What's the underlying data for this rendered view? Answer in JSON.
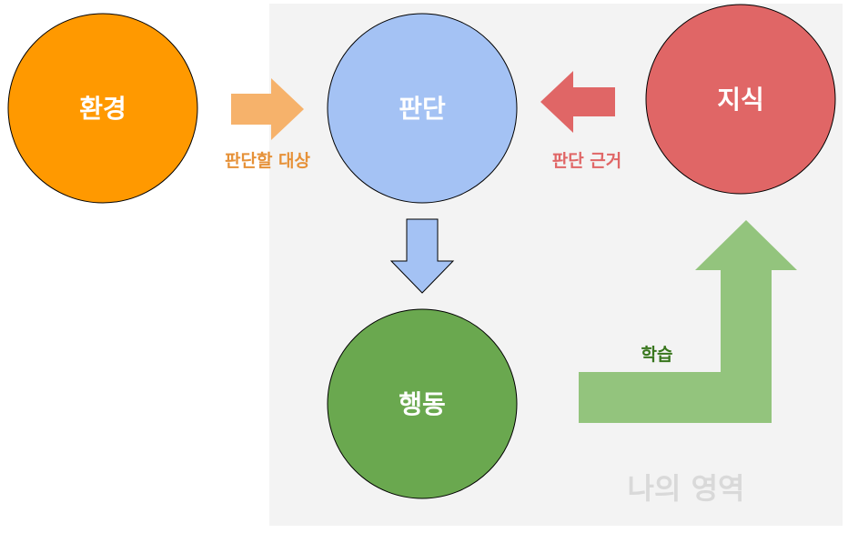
{
  "nodes": {
    "environment": {
      "label": "환경",
      "color": "#ff9900"
    },
    "judgment": {
      "label": "판단",
      "color": "#a4c2f4"
    },
    "knowledge": {
      "label": "지식",
      "color": "#e06666"
    },
    "action": {
      "label": "행동",
      "color": "#6aa84f"
    }
  },
  "edges": {
    "environment_to_judgment": {
      "label": "판단할 대상",
      "color": "#f6b26b",
      "label_color": "#e69138"
    },
    "knowledge_to_judgment": {
      "label": "판단 근거",
      "color": "#e06666",
      "label_color": "#e06666"
    },
    "judgment_to_action": {
      "color": "#a4c2f4"
    },
    "learning": {
      "label": "학습",
      "color": "#93c47d",
      "label_color": "#38761d"
    }
  },
  "region": {
    "label": "나의 영역",
    "color": "#f3f3f3"
  }
}
